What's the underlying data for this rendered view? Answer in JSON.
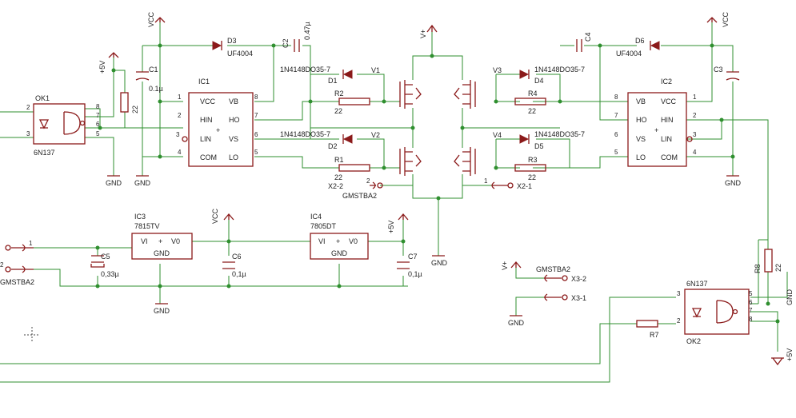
{
  "labels": {
    "ok1": "OK1",
    "ok1_type": "6N137",
    "ok2": "OK2",
    "ok2_type": "6N137",
    "ic1": "IC1",
    "ic2": "IC2",
    "ic3": "IC3",
    "ic3_type": "7815TV",
    "ic4": "IC4",
    "ic4_type": "7805DT",
    "vcc": "VCC",
    "vplus": "V+",
    "p5v": "+5V",
    "gnd": "GND",
    "c1": "C1",
    "c1_val": "0.1µ",
    "c2": "C2",
    "c2_val": "0.47µ",
    "c3": "C3",
    "c4": "C4",
    "c5": "C5",
    "c5_val": "0,33µ",
    "c6": "C6",
    "c6_val": "0,1µ",
    "c7": "C7",
    "c7_val": "0,1µ",
    "d1": "D1",
    "d2": "D2",
    "d3": "D3",
    "d4": "D4",
    "d5": "D5",
    "d6": "D6",
    "uf4004": "UF4004",
    "n4148": "1N4148DO35-7",
    "r1": "R1",
    "r2": "R2",
    "r3": "R3",
    "r4": "R4",
    "r7": "R7",
    "r8": "R8",
    "r22": "22",
    "v1": "V1",
    "v2": "V2",
    "v3": "V3",
    "v4": "V4",
    "x2_1": "X2-1",
    "x2_2": "X2-2",
    "x3_1": "X3-1",
    "x3_2": "X3-2",
    "gmstba2": "GMSTBA2",
    "pin_vcc": "VCC",
    "pin_hin": "HIN",
    "pin_lin": "LIN",
    "pin_com": "COM",
    "pin_vb": "VB",
    "pin_ho": "HO",
    "pin_vs": "VS",
    "pin_lo": "LO",
    "pin_vi": "VI",
    "pin_vo": "V0",
    "pin_gnd": "GND",
    "n1": "1",
    "n2": "2",
    "n3": "3",
    "n4": "4",
    "n5": "5",
    "n6": "6",
    "n7": "7",
    "n8": "8",
    "plus": "+"
  }
}
